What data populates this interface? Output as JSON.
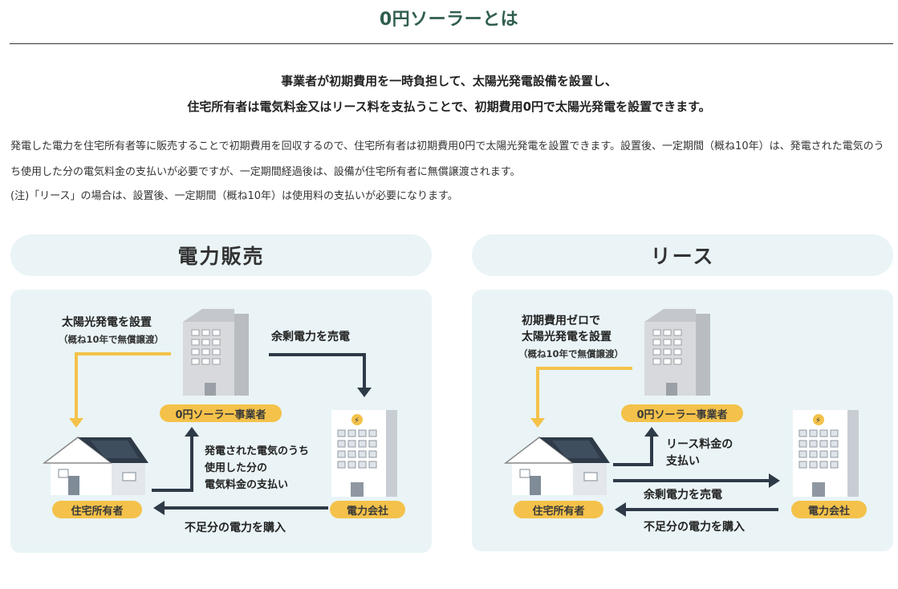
{
  "header": {
    "title": "0円ソーラーとは"
  },
  "lead": {
    "line1": "事業者が初期費用を一時負担して、太陽光発電設備を設置し、",
    "line2": "住宅所有者は電気料金又はリース料を支払うことで、初期費用0円で太陽光発電を設置できます。"
  },
  "body": {
    "paragraph": "発電した電力を住宅所有者等に販売することで初期費用を回収するので、住宅所有者は初期費用0円で太陽光発電を設置できます。設置後、一定期間（概ね10年）は、発電された電気のうち使用した分の電気料金の支払いが必要ですが、一定期間経過後は、設備が住宅所有者に無償譲渡されます。",
    "note": "(注)「リース」の場合は、設置後、一定期間（概ね10年）は使用料の支払いが必要になります。"
  },
  "diagrams": [
    {
      "heading": "電力販売",
      "install_label": "太陽光発電を設置",
      "install_sub": "（概ね10年で無償譲渡）",
      "sell_label": "余剰電力を売電",
      "payment_label": [
        "発電された電気のうち",
        "使用した分の",
        "電気料金の支払い"
      ],
      "buy_label": "不足分の電力を購入",
      "operator_badge": "0円ソーラー事業者",
      "owner_badge": "住宅所有者",
      "utility_badge": "電力会社"
    },
    {
      "heading": "リース",
      "install_label": [
        "初期費用ゼロで",
        "太陽光発電を設置"
      ],
      "install_sub": "（概ね10年で無償譲渡）",
      "payment_label": [
        "リース料金の",
        "支払い"
      ],
      "sell_label": "余剰電力を売電",
      "buy_label": "不足分の電力を購入",
      "operator_badge": "0円ソーラー事業者",
      "owner_badge": "住宅所有者",
      "utility_badge": "電力会社"
    }
  ],
  "colors": {
    "accent": "#2f5e4e",
    "badge": "#f4c24a",
    "panel": "#eaf4f7",
    "arrow_navy": "#2e3a47",
    "arrow_yellow": "#f4c24a"
  }
}
